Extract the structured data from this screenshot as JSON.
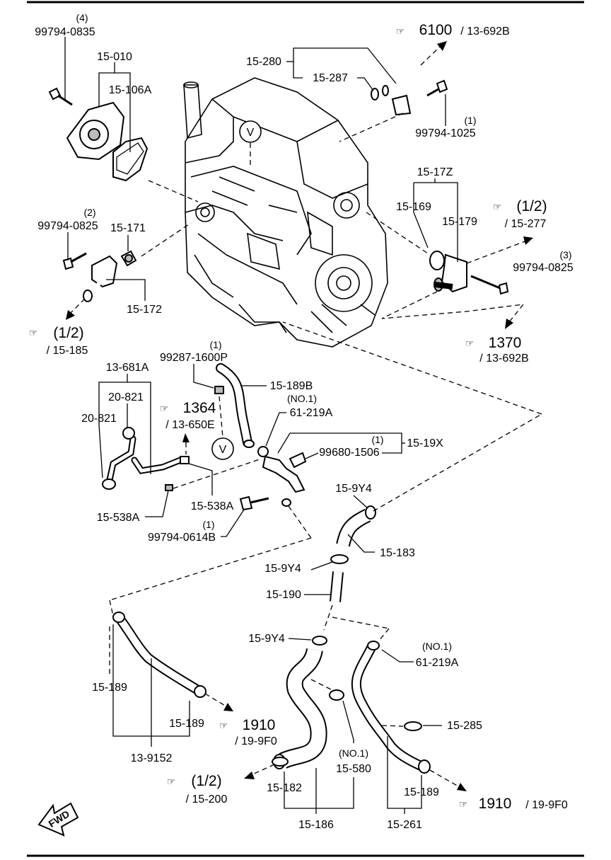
{
  "labels": {
    "bolt_4_qty": "(4)",
    "bolt_4_pn": "99794-0835",
    "p15010": "15-010",
    "p15106a": "15-106A",
    "p15280": "15-280",
    "p15287": "15-287",
    "ref6100": "6100",
    "ref6100_sub": "/ 13-692B",
    "bolt_1025_qty": "(1)",
    "bolt_1025_pn": "99794-1025",
    "marker_v": "V",
    "p1517z": "15-17Z",
    "p15169": "15-169",
    "p15179": "15-179",
    "ref12a": "(1/2)",
    "ref12a_sub": "/ 15-277",
    "bolt_3_qty": "(3)",
    "bolt_3_pn": "99794-0825",
    "bolt_2_qty": "(2)",
    "bolt_2_pn": "99794-0825",
    "p15171": "15-171",
    "p15172": "15-172",
    "ref12b": "(1/2)",
    "ref12b_sub": "/ 15-185",
    "ref1370": "1370",
    "ref1370_sub": "/ 13-692B",
    "clip_qty": "(1)",
    "clip_pn": "99287-1600P",
    "p15189b": "15-189B",
    "no1_a": "(NO.1)",
    "p61219a_a": "61-219A",
    "p13681a": "13-681A",
    "p20821_a": "20-821",
    "p20821_b": "20-821",
    "ref1364": "1364",
    "ref1364_sub": "/ 13-650E",
    "screw_qty": "(1)",
    "screw_pn": "99680-1506",
    "p1519x": "15-19X",
    "p15538a_a": "15-538A",
    "p15538a_b": "15-538A",
    "bolt_614_qty": "(1)",
    "bolt_614_pn": "99794-0614B",
    "p159y4_a": "15-9Y4",
    "p15183": "15-183",
    "p159y4_b": "15-9Y4",
    "p15190": "15-190",
    "p159y4_c": "15-9Y4",
    "no1_b": "(NO.1)",
    "p61219a_b": "61-219A",
    "p15189_a": "15-189",
    "p15189_b": "15-189",
    "ref1910a": "1910",
    "ref1910a_sub": "/ 19-9F0",
    "p15285": "15-285",
    "p139152": "13-9152",
    "no1_c": "(NO.1)",
    "p15580": "15-580",
    "ref12c": "(1/2)",
    "ref12c_sub": "/ 15-200",
    "p15182": "15-182",
    "p15189_c": "15-189",
    "ref1910b": "1910",
    "ref1910b_sub": "/ 19-9F0",
    "p15186": "15-186",
    "p15261": "15-261",
    "fwd": "FWD"
  }
}
